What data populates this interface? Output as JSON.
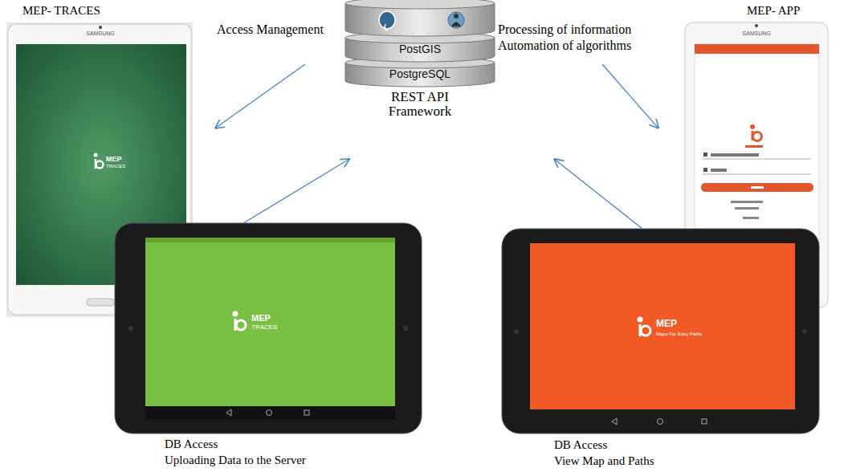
{
  "diagram": {
    "nodes": [
      {
        "text": [
          "MEP- TRACES",
          "SAMSUNG",
          "MEP",
          "TRACES"
        ]
      },
      {
        "text": [
          "PostGIS",
          "PostgreSQL",
          "REST API Framework"
        ]
      },
      {
        "text": [
          "MEP- APP",
          "SAMSUNG"
        ]
      },
      {
        "text": [
          "MEP",
          "TRACES",
          "DB Access",
          "Uploading Data to the Server"
        ]
      },
      {
        "text": [
          "MEP",
          "Maps For Easy Paths",
          "DB Access",
          "View Map and Paths"
        ]
      }
    ],
    "edges": [
      {
        "from": 1,
        "to": 0,
        "arrow": "to"
      },
      {
        "from": 1,
        "to": 2,
        "arrow": "to"
      },
      {
        "from": 3,
        "to": 1,
        "arrow": "to"
      },
      {
        "from": 4,
        "to": 1,
        "arrow": "to"
      }
    ],
    "labels": [
      "Access Management",
      "Processing of information",
      "Automation of algorithms"
    ]
  }
}
